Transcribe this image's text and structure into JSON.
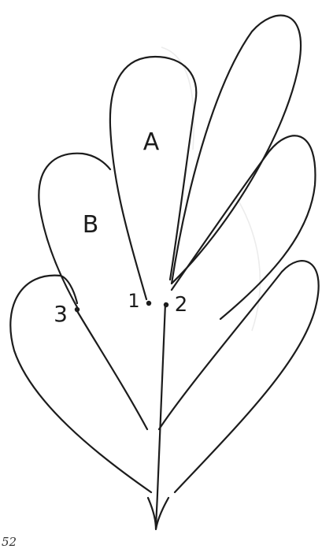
{
  "labels": {
    "leaf_a": "A",
    "leaf_b": "B",
    "point_1": "1",
    "point_2": "2",
    "point_3": "3"
  },
  "page_number": "52"
}
